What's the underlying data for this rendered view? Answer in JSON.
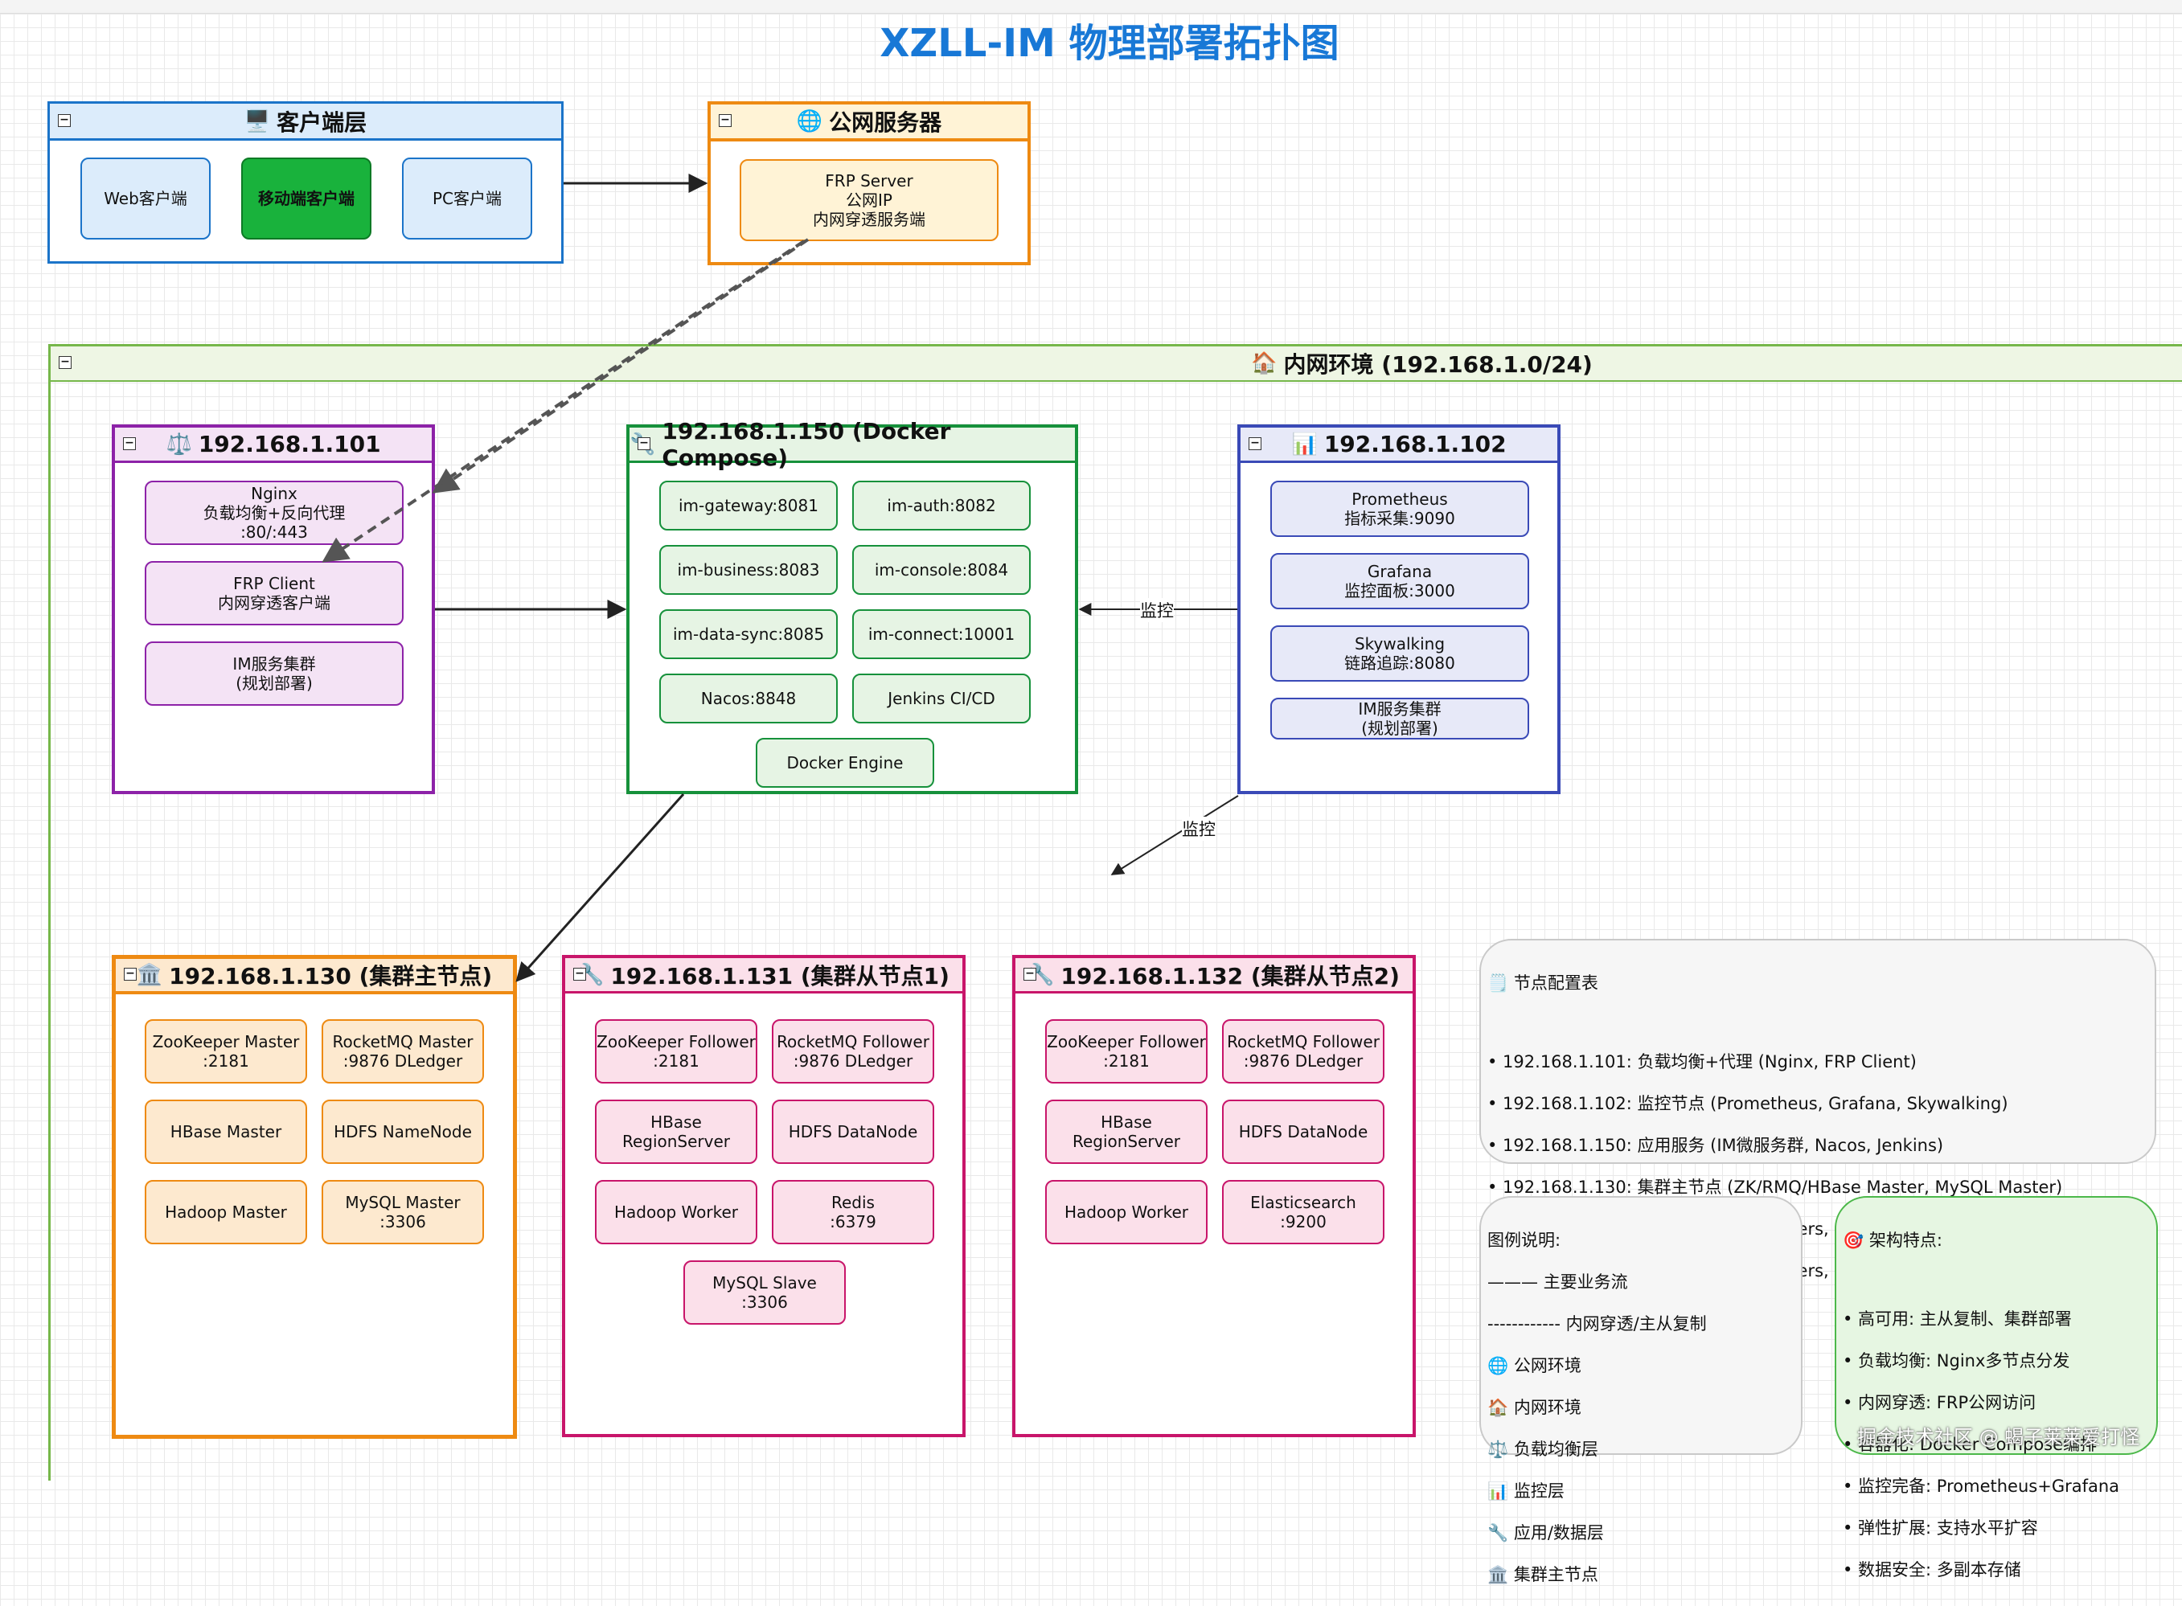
{
  "title": "XZLL-IM 物理部署拓扑图",
  "client_layer": {
    "header": "客户端层",
    "nodes": [
      "Web客户端",
      "移动端客户端",
      "PC客户端"
    ]
  },
  "public_server": {
    "header": "公网服务器",
    "frp_server": "FRP Server\n公网IP\n内网穿透服务端"
  },
  "intranet": {
    "header": "内网环境 (192.168.1.0/24)"
  },
  "host_101": {
    "header": "192.168.1.101",
    "nodes": [
      "Nginx\n负载均衡+反向代理\n:80/:443",
      "FRP Client\n内网穿透客户端",
      "IM服务集群\n(规划部署)"
    ]
  },
  "host_150": {
    "header": "192.168.1.150 (Docker Compose)",
    "nodes": [
      "im-gateway:8081",
      "im-auth:8082",
      "im-business:8083",
      "im-console:8084",
      "im-data-sync:8085",
      "im-connect:10001",
      "Nacos:8848",
      "Jenkins CI/CD",
      "Docker Engine"
    ]
  },
  "host_102": {
    "header": "192.168.1.102",
    "nodes": [
      "Prometheus\n指标采集:9090",
      "Grafana\n监控面板:3000",
      "Skywalking\n链路追踪:8080",
      "IM服务集群\n(规划部署)"
    ]
  },
  "edge_labels": {
    "monitor_1": "监控",
    "monitor_2": "监控"
  },
  "host_130": {
    "header": "192.168.1.130 (集群主节点)",
    "nodes": [
      "ZooKeeper Master\n:2181",
      "RocketMQ Master\n:9876 DLedger",
      "HBase Master",
      "HDFS NameNode",
      "Hadoop Master",
      "MySQL Master\n:3306"
    ]
  },
  "host_131": {
    "header": "192.168.1.131 (集群从节点1)",
    "nodes": [
      "ZooKeeper Follower\n:2181",
      "RocketMQ Follower\n:9876 DLedger",
      "HBase RegionServer",
      "HDFS DataNode",
      "Hadoop Worker",
      "Redis\n:6379",
      "MySQL Slave\n:3306"
    ]
  },
  "host_132": {
    "header": "192.168.1.132 (集群从节点2)",
    "nodes": [
      "ZooKeeper Follower\n:2181",
      "RocketMQ Follower\n:9876 DLedger",
      "HBase RegionServer",
      "HDFS DataNode",
      "Hadoop Worker",
      "Elasticsearch\n:9200"
    ]
  },
  "config_table": {
    "title": "节点配置表",
    "lines": [
      "• 192.168.1.101: 负载均衡+代理 (Nginx, FRP Client)",
      "• 192.168.1.102: 监控节点 (Prometheus, Grafana, Skywalking)",
      "• 192.168.1.150: 应用服务 (IM微服务群, Nacos, Jenkins)",
      "• 192.168.1.130: 集群主节点 (ZK/RMQ/HBase Master, MySQL Master)",
      "• 192.168.1.131: 集群从节点1 (Followers, Redis, MySQL Slave)",
      "• 192.168.1.132: 集群从节点2 (Followers, Elasticsearch)"
    ]
  },
  "legend": {
    "title": "图例说明:",
    "lines": [
      "——— 主要业务流",
      "------------ 内网穿透/主从复制",
      "公网环境",
      "内网环境",
      "负载均衡层",
      "监控层",
      "应用/数据层",
      "集群主节点"
    ]
  },
  "features": {
    "title": "架构特点:",
    "lines": [
      "• 高可用: 主从复制、集群部署",
      "• 负载均衡: Nginx多节点分发",
      "• 内网穿透: FRP公网访问",
      "• 容器化: Docker Compose编排",
      "• 监控完备: Prometheus+Grafana",
      "• 弹性扩展: 支持水平扩容",
      "• 数据安全: 多副本存储"
    ]
  },
  "watermark": "掘金技术社区 @ 蝎子莱莱爱打怪",
  "colors": {
    "title": "#1878d6",
    "client": "#1b74c9",
    "client_fill": "#dcecfb",
    "mobile_fill": "#19b23c",
    "public": "#ee8a12",
    "public_fill": "#fff3d6",
    "intranet": "#76b74a",
    "intranet_fill": "#eef6e4",
    "lb": "#8d22a8",
    "lb_fill": "#f4e3f5",
    "app": "#16913b",
    "app_fill": "#e6f4e4",
    "monitor": "#3a4ab7",
    "monitor_fill": "#e7e9f8",
    "master": "#ee8a12",
    "master_fill": "#fde9cf",
    "slave": "#c8156a",
    "slave_fill": "#fbe0ea"
  },
  "icons": {
    "client_layer": "monitor-icon",
    "public_server": "globe-icon",
    "intranet": "house-icon",
    "host_101": "scales-icon",
    "host_150": "wrench-icon",
    "host_102": "bar-chart-icon",
    "host_130": "bank-icon",
    "host_131": "wrench-icon",
    "host_132": "wrench-icon",
    "config_table": "clipboard-icon",
    "features": "target-icon"
  }
}
